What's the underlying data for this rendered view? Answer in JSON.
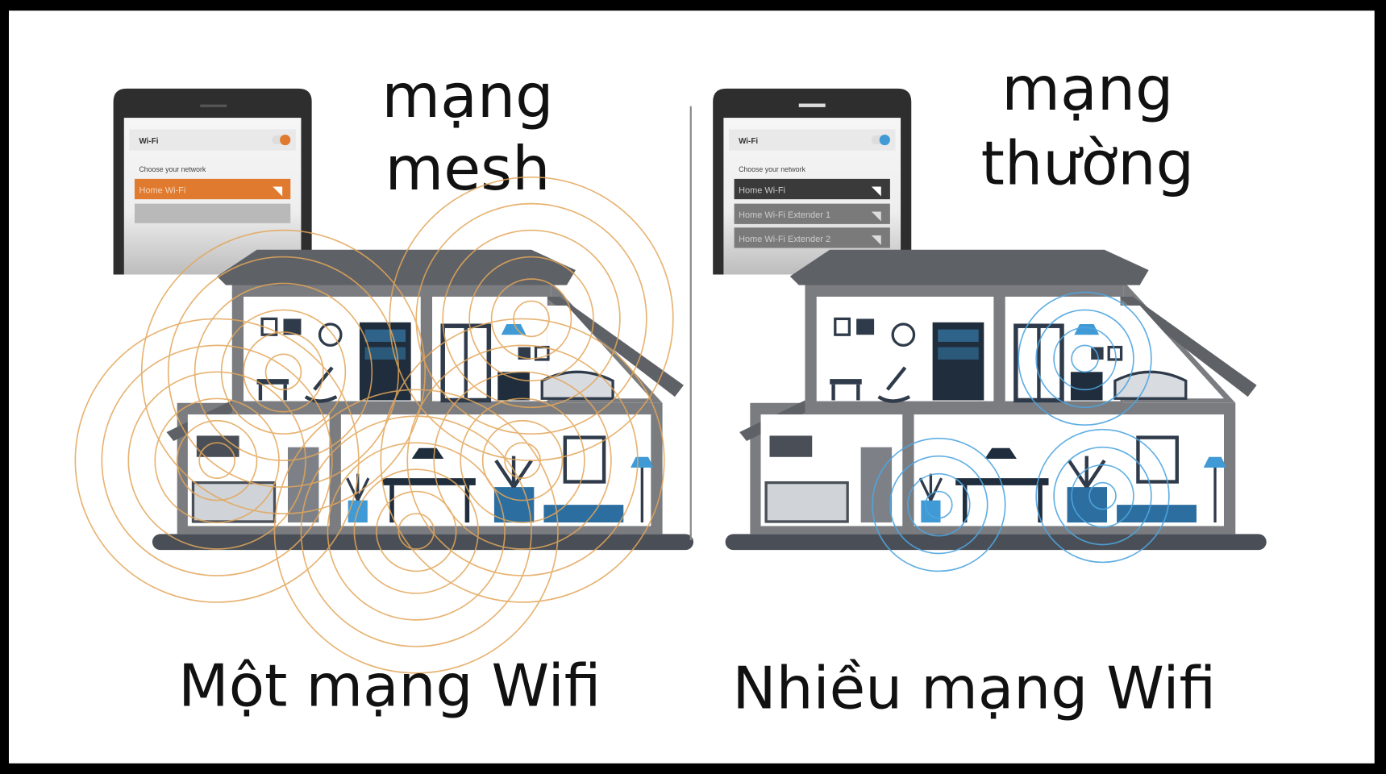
{
  "left": {
    "title_line1": "mạng",
    "title_line2": "mesh",
    "caption": "Một mạng Wifi",
    "accent": "#e07a2e",
    "phone": {
      "wifi_label": "Wi-Fi",
      "choose_label": "Choose your network",
      "networks": [
        "Home Wi-Fi"
      ]
    }
  },
  "right": {
    "title_line1": "mạng",
    "title_line2": "thường",
    "caption": "Nhiều mạng Wifi",
    "accent": "#3f9ad6",
    "phone": {
      "wifi_label": "Wi-Fi",
      "choose_label": "Choose your network",
      "networks": [
        "Home Wi-Fi",
        "Home Wi-Fi Extender 1",
        "Home Wi-Fi Extender 2"
      ]
    }
  }
}
